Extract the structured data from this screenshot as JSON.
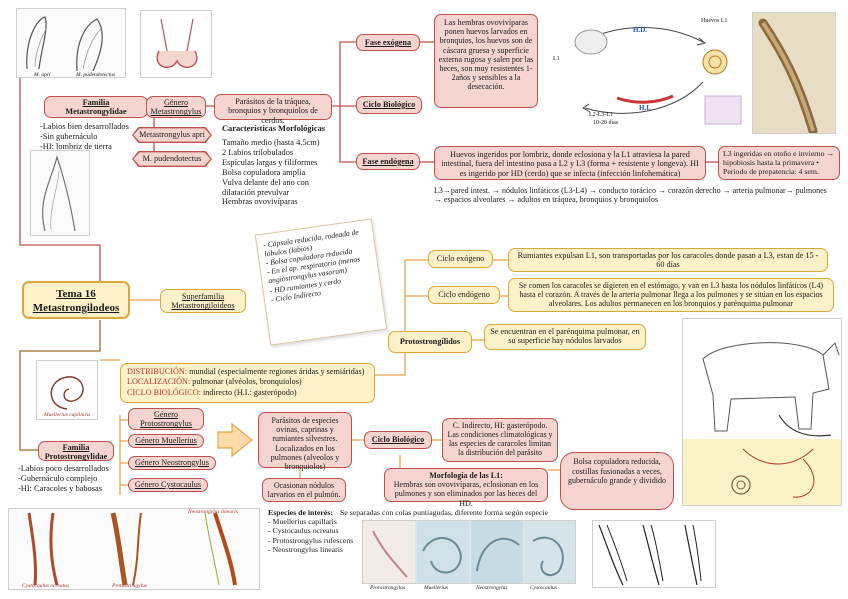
{
  "colors": {
    "pink_fill": "#f6d4cf",
    "pink_border": "#c0504d",
    "yellow_fill": "#fdf1c9",
    "yellow_border": "#d8a93a",
    "line_red": "#c0504d",
    "line_orange": "#e8a34a"
  },
  "title": {
    "line1": "Tema 16",
    "line2": "Metastrongilodeos"
  },
  "superfamily": {
    "label1": "Superfamilia",
    "label2": "Metastrongiloideos"
  },
  "metastrongylidae": {
    "family_line1": "Familia",
    "family_line2": "Metastrongylidae",
    "features": [
      "-Labios bien desarrollados",
      "-Sin gubernáculo",
      "-HI: lombriz de tierra"
    ],
    "photo_captions": [
      "M. apri",
      "M. pudendotectus"
    ],
    "genus_line1": "Género",
    "genus_line2": "Metastrongylus",
    "species": [
      "Metastrongylus apri",
      "M. pudendotectus"
    ],
    "parasites": "Parásitos de la tráquea, bronquios y bronquiolos de cerdos.",
    "morph_title": "Características Morfológicas",
    "morph": [
      "Tamaño medio (hasta 4.5cm)",
      "2 Labios trilobulados",
      "Espículas largas y filiformes",
      "Bolsa copuladora amplia",
      "Vulva delante del ano con dilatación prevulvar",
      "Hembras ovovivíparas"
    ],
    "cycle": "Ciclo Biológico",
    "exo_label": "Fase exógena",
    "exo_text": "Las hembras ovovivíparas ponen huevos larvados en bronquios, los huevos son de cáscara gruesa y superficie externa rugosa y salen por las heces, son muy resistentes 1-2años y sensibles a la desecación.",
    "endo_label": "Fase endógena",
    "endo_text": "Huevos ingeridos por lombriz, donde eclosiona y la L1 atraviesa la pared intestinal, fuera del intestino pasa a L2 y L3 (forma + resistente y longeva). HI es ingerido por HD (cerdo) que se infecta (infección linfohemática)",
    "l3_text": "L3 ingeridas en otoño e invierno → hipobiosis hasta la primavera • Periodo de prepatencia: 4 sem.",
    "route": "L3→pared intest. → nódulos linfáticos (L3-L4) → conducto torácico → corazón derecho → arteria pulmonar→ pulmones → espacios alveolares → adultos en tráquea, bronquios y bronquiolos",
    "diagram_labels": {
      "hd": "H.D.",
      "hi": "H.I.",
      "huevos": "Huevos L1",
      "l1": "L1",
      "days": "10-20 días",
      "larvae": "L2-L3-L1"
    }
  },
  "note": {
    "lines": [
      "- Cápsula reducida, rodeada de lóbulos (labios)",
      "- Bolsa copuladora reducida",
      "- En el ap. respiratorio (menos angiostrongylus vasorum)",
      "- HD rumiantes y cerdo",
      "- Ciclo Indirecto"
    ]
  },
  "protostrongylidae": {
    "family_line1": "Familia",
    "family_line2": "Protostrongylidae",
    "photo_captions": [
      "Muellerius capillaris"
    ],
    "features": [
      "-Labios poco desarrollados",
      "-Gubernáculo complejo",
      "-HI: Caracoles y babosas"
    ],
    "distribution_label": "DISTRIBUCIÓN:",
    "distribution": " mundial (especialmente regiones áridas y semiáridas)",
    "localization_label": "LOCALIZACIÓN:",
    "localization": " pulmonar (alvéolos, bronquiolos)",
    "cycle_label": "CICLO BIOLÓGICO:",
    "cycle_text": " indirecto (H.I.: gasterópodo)",
    "name": "Protostrongílidos",
    "exo_label": "Ciclo exógeno",
    "exo_text": "Rumiantes expulsan L1, son transportadas por los caracoles donde pasan a L3, estan de 15 - 60 días",
    "endo_label": "Ciclo endógeno",
    "endo_text": "Se comen los caracoles se digieren en el estómago, y van en L3 hasta los nódulos linfáticos (L4) hasta el corazón. A través de la arteria pulmonar llega a los pulmones y se sitúan en los espacios alveolares. Los adultos permanecen en los bronquios y parénquima pulmonar",
    "parenchyma": "Se encuentran en el parénquima pulmonar, en su superficie hay nódulos larvados",
    "genera": [
      {
        "l1": "Género",
        "l2": "Protostrongylus"
      },
      {
        "l1": "Género Muellerius",
        "l2": ""
      },
      {
        "l1": "Género Neostrongylus",
        "l2": ""
      },
      {
        "l1": "Género Cystocaulus",
        "l2": ""
      }
    ],
    "parasites": "Parásitos de especies ovinas, caprinas y rumiantes silvestres. Localizados en los pulmones (alveolos y bronquiolos)",
    "cycle": "Ciclo Biológico",
    "cycle_text2": "C. Indirecto, HI: gasterópodo. Las condiciones climatológicas y las especies de caracoles limitan la distribución del parásito",
    "nodules": "Ocasionan nódulos larvarios en el pulmón.",
    "l1_morph_title": "Morfología de las L1:",
    "l1_morph": "Hembras son ovovivíparas, eclosionan en los pulmones y son eliminados por las heces del HD.",
    "bursa": "Bolsa copuladora reducida, costillas fusionadas a veces, gubernáculo grande y dividido",
    "species_title": "Especies de interés:",
    "species": [
      "- Muellerius capillaris",
      "- Cystocaulus ocreatus",
      "- Protostrongylus rufescens",
      "- Neostrongylus linearis"
    ],
    "tails_caption": "Se separadas con colas puntiagudas, diferente forma según especie",
    "bottom_captions": [
      "Cystocaulus ocreatus",
      "Protostrongylus",
      "Neostrongylus linearis",
      "Protostrongylus",
      "Muellerius",
      "Neostrongylus",
      "Cystocaulus"
    ]
  }
}
